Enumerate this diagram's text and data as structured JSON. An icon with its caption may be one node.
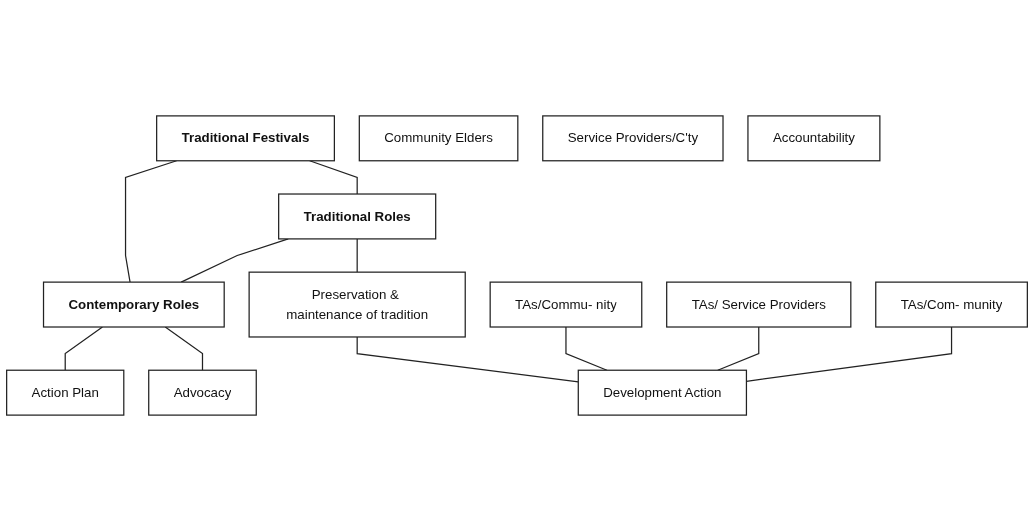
{
  "diagram": {
    "nodes": [
      {
        "text": [
          "Traditional Festivals"
        ]
      },
      {
        "text": [
          "Community Elders"
        ]
      },
      {
        "text": [
          "Service Providers/C'ty"
        ]
      },
      {
        "text": [
          "Traditional Roles"
        ]
      },
      {
        "text": [
          "Contemporary Roles"
        ]
      },
      {
        "text": [
          "Preservation & maintenance of tradition"
        ]
      },
      {
        "text": [
          "Action Plan"
        ]
      },
      {
        "text": [
          "Accountability"
        ]
      },
      {
        "text": [
          "Advocacy"
        ]
      },
      {
        "text": [
          "TAs/Commu- nity"
        ]
      },
      {
        "text": [
          "TAs/ Service Providers"
        ]
      },
      {
        "text": [
          "TAs/Com- munity"
        ]
      },
      {
        "text": [
          "Development Action"
        ]
      }
    ],
    "edges": [
      {
        "from": 0,
        "to": 3,
        "arrow": "none"
      },
      {
        "from": 0,
        "to": 4,
        "arrow": "none"
      },
      {
        "from": 3,
        "to": 4,
        "arrow": "none"
      },
      {
        "from": 3,
        "to": 5,
        "arrow": "none"
      },
      {
        "from": 4,
        "to": 6,
        "arrow": "none"
      },
      {
        "from": 4,
        "to": 8,
        "arrow": "none"
      },
      {
        "from": 5,
        "to": 12,
        "arrow": "none"
      },
      {
        "from": 9,
        "to": 12,
        "arrow": "none"
      },
      {
        "from": 10,
        "to": 12,
        "arrow": "none"
      },
      {
        "from": 11,
        "to": 12,
        "arrow": "none"
      }
    ]
  }
}
